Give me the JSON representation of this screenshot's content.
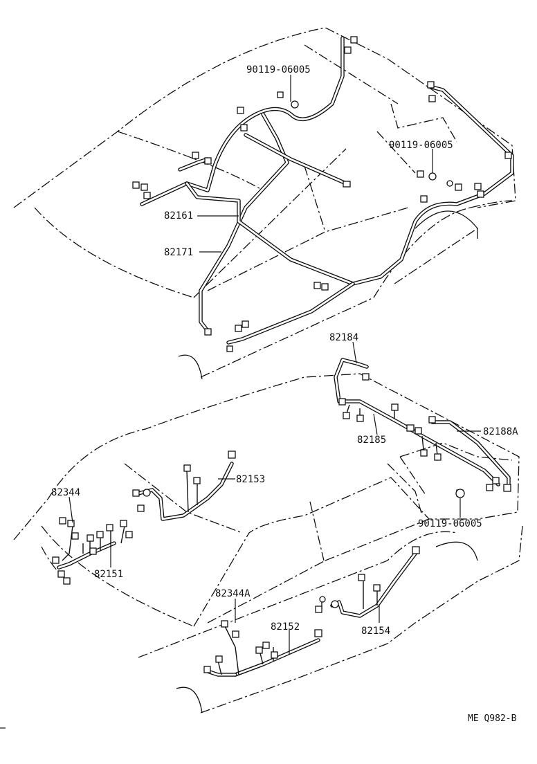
{
  "labels": {
    "top_clip": "90119-06005",
    "right_clip": "90119-06005",
    "p82161": "82161",
    "p82171": "82171",
    "p82184": "82184",
    "p82185": "82185",
    "p82188a": "82188A",
    "rear_clip": "90119-06005",
    "p82344": "82344",
    "p82153": "82153",
    "p82151": "82151",
    "p82344a": "82344A",
    "p82152": "82152",
    "p82154": "82154"
  },
  "footer": {
    "code": "ME  Q982-B"
  }
}
